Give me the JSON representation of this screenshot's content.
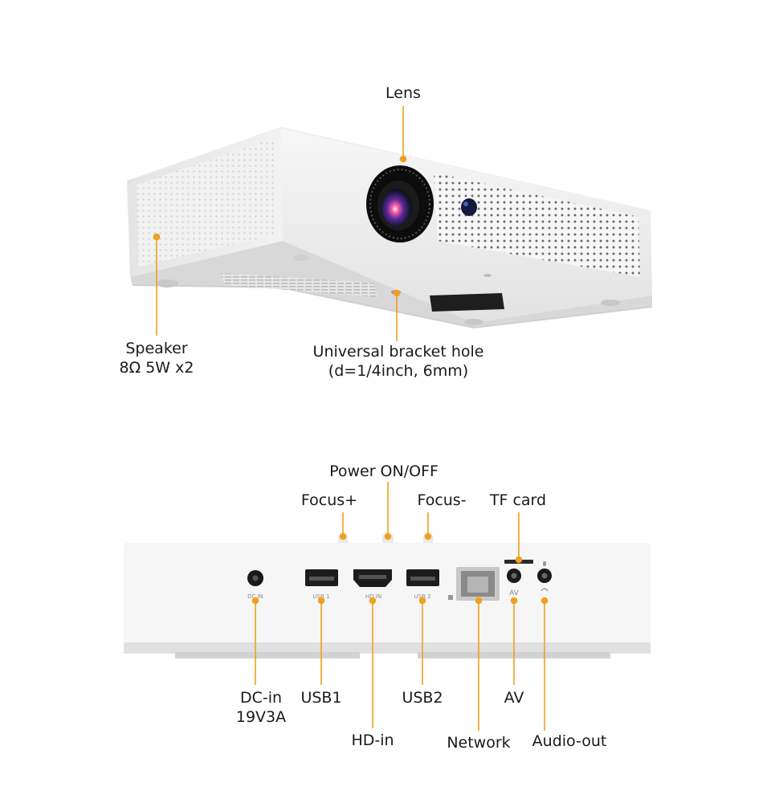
{
  "colors": {
    "callout": "#f0a020",
    "body": "#f4f4f4",
    "body_shadow": "#dcdcdc"
  },
  "top_view": {
    "labels": {
      "lens": "Lens",
      "speaker_1": "Speaker",
      "speaker_2": "8Ω 5W x2",
      "bracket_1": "Universal bracket hole",
      "bracket_2": "(d=1/4inch, 6mm)"
    }
  },
  "rear_view": {
    "port_markings": {
      "dc": "DC IN",
      "usb1": "USB 1",
      "hd": "HD  IN",
      "usb2": "USB 2",
      "av": "AV"
    },
    "labels": {
      "power": "Power ON/OFF",
      "focus_plus": "Focus+",
      "focus_minus": "Focus-",
      "tf_card": "TF card",
      "dc_1": "DC-in",
      "dc_2": "19V3A",
      "usb1": "USB1",
      "usb2": "USB2",
      "av": "AV",
      "hd_in": "HD-in",
      "network": "Network",
      "audio_out": "Audio-out"
    }
  }
}
